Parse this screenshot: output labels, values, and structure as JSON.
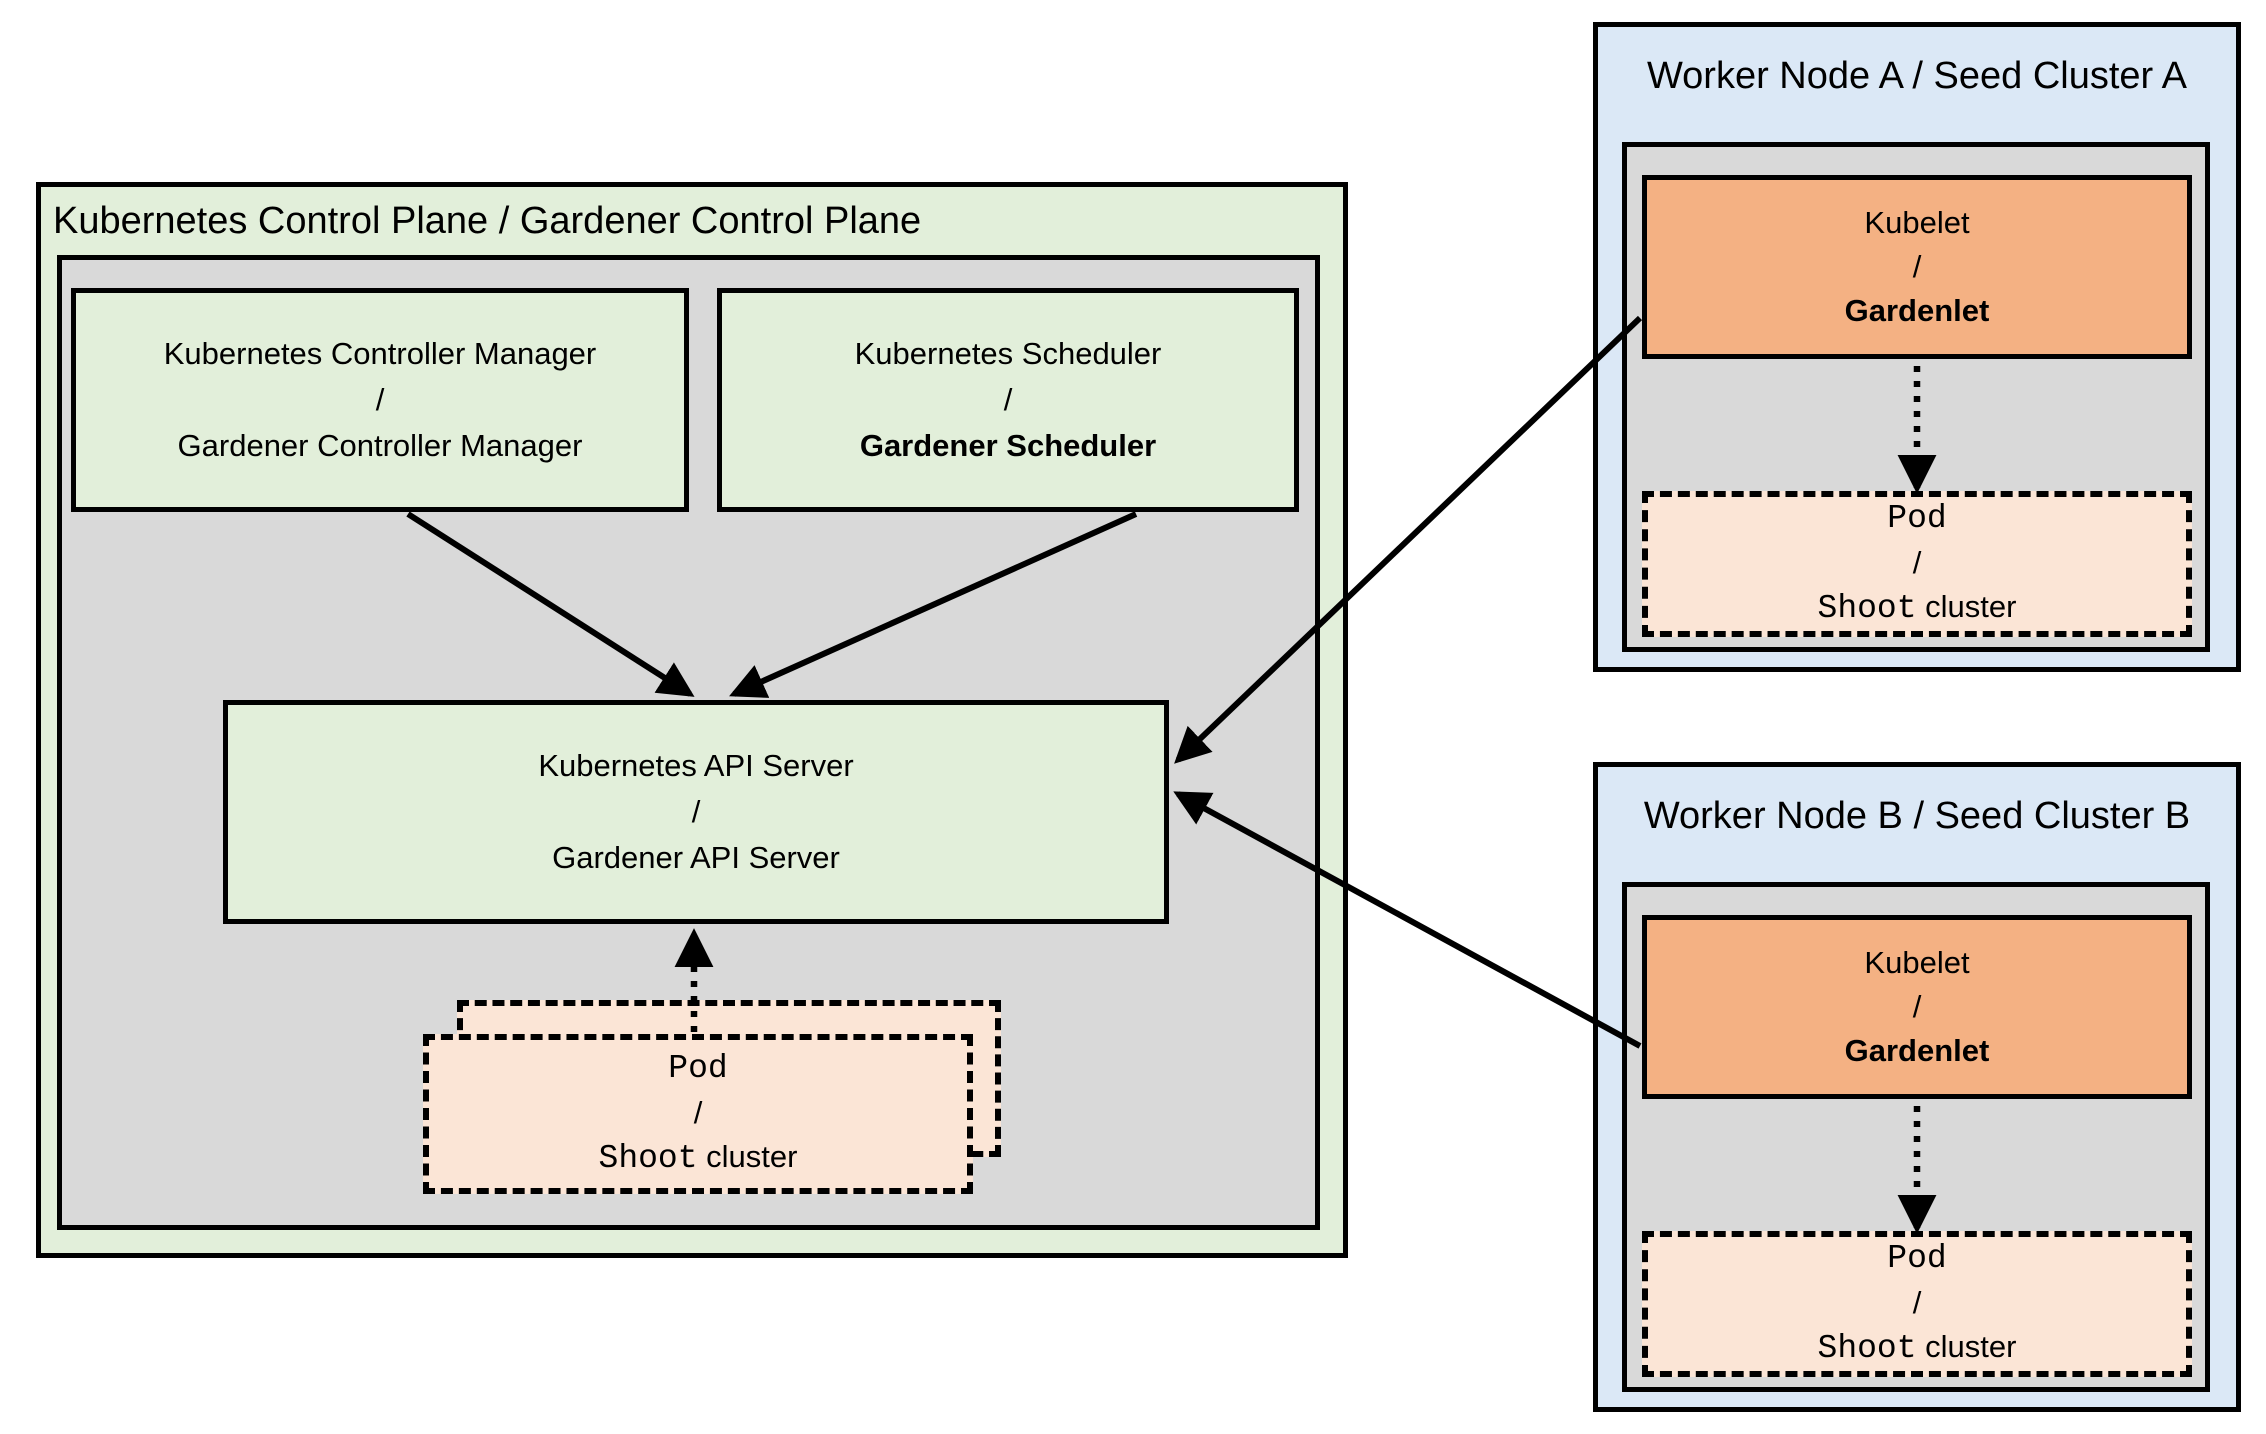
{
  "colors": {
    "container_green": "#e2efda",
    "inner_gray": "#d9d9d9",
    "worker_blue": "#dbe8f6",
    "kubelet_orange": "#f4b183",
    "pod_peach": "#fbe5d6",
    "line_black": "#000000"
  },
  "control_plane": {
    "title": "Kubernetes Control Plane / Gardener Control Plane",
    "controller_manager": {
      "line1": "Kubernetes Controller Manager",
      "separator": "/",
      "line2": "Gardener Controller Manager"
    },
    "scheduler": {
      "line1": "Kubernetes Scheduler",
      "separator": "/",
      "line2": "Gardener Scheduler"
    },
    "api_server": {
      "line1": "Kubernetes API Server",
      "separator": "/",
      "line2": "Gardener API Server"
    },
    "pod": {
      "line1": "Pod",
      "separator": "/",
      "line2_code": "Shoot",
      "line2_plain": "cluster"
    }
  },
  "worker_a": {
    "title": "Worker Node A / Seed Cluster A",
    "kubelet": {
      "line1": "Kubelet",
      "separator": "/",
      "line2": "Gardenlet"
    },
    "pod": {
      "line1": "Pod",
      "separator": "/",
      "line2_code": "Shoot",
      "line2_plain": "cluster"
    }
  },
  "worker_b": {
    "title": "Worker Node B / Seed Cluster B",
    "kubelet": {
      "line1": "Kubelet",
      "separator": "/",
      "line2": "Gardenlet"
    },
    "pod": {
      "line1": "Pod",
      "separator": "/",
      "line2_code": "Shoot",
      "line2_plain": "cluster"
    }
  }
}
